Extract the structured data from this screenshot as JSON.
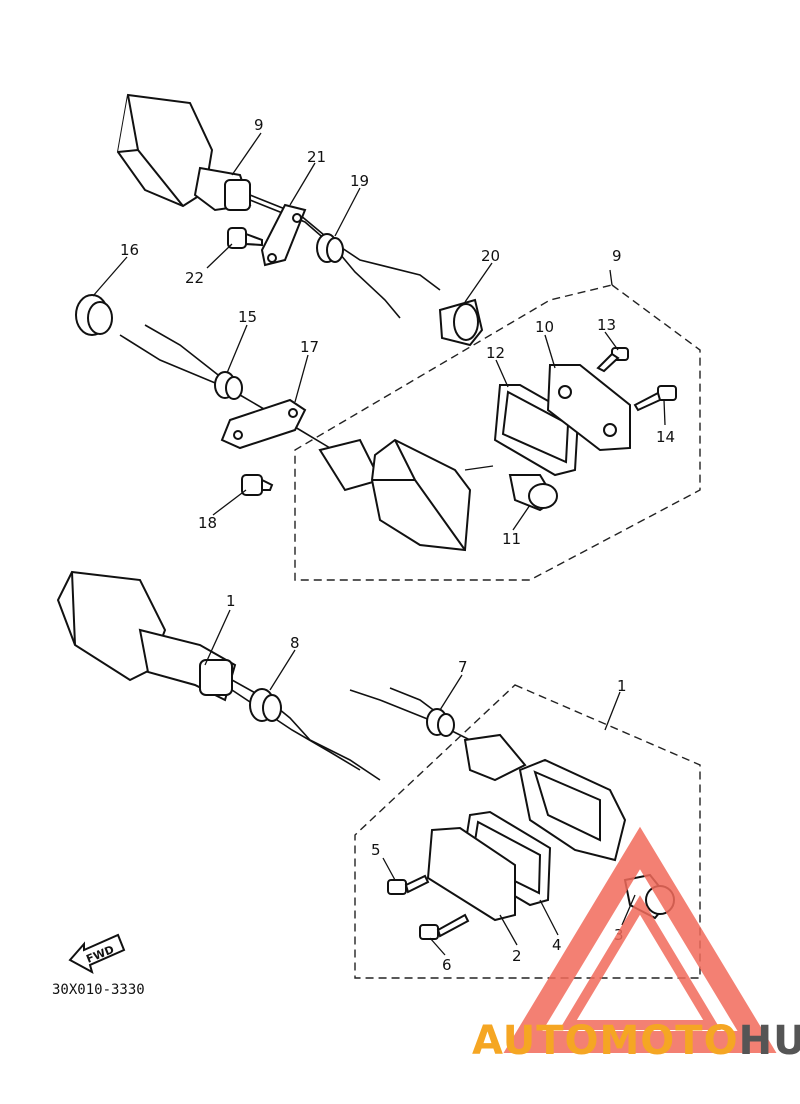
{
  "callouts": [
    {
      "id": "c9a",
      "text": "9"
    },
    {
      "id": "c21",
      "text": "21"
    },
    {
      "id": "c19",
      "text": "19"
    },
    {
      "id": "c16",
      "text": "16"
    },
    {
      "id": "c22",
      "text": "22"
    },
    {
      "id": "c20",
      "text": "20"
    },
    {
      "id": "c9b",
      "text": "9"
    },
    {
      "id": "c15",
      "text": "15"
    },
    {
      "id": "c17",
      "text": "17"
    },
    {
      "id": "c10",
      "text": "10"
    },
    {
      "id": "c13",
      "text": "13"
    },
    {
      "id": "c12",
      "text": "12"
    },
    {
      "id": "c14",
      "text": "14"
    },
    {
      "id": "c18",
      "text": "18"
    },
    {
      "id": "c11",
      "text": "11"
    },
    {
      "id": "c1a",
      "text": "1"
    },
    {
      "id": "c8",
      "text": "8"
    },
    {
      "id": "c7",
      "text": "7"
    },
    {
      "id": "c1b",
      "text": "1"
    },
    {
      "id": "c5",
      "text": "5"
    },
    {
      "id": "c4",
      "text": "4"
    },
    {
      "id": "c2",
      "text": "2"
    },
    {
      "id": "c3",
      "text": "3"
    },
    {
      "id": "c6",
      "text": "6"
    }
  ],
  "forward_badge": "FWD",
  "diagram_code": "30X010-3330",
  "watermark": {
    "part1": "AUTOMOTO",
    "part2": "HUB",
    "color_primary": "#f26b5b",
    "color_secondary": "#f5a623",
    "color_dark": "#555555"
  }
}
